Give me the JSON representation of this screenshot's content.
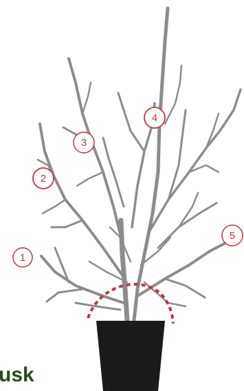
{
  "diagram": {
    "caption_fragment": "usk",
    "markers": [
      {
        "id": "marker-1",
        "label": "1"
      },
      {
        "id": "marker-2",
        "label": "2"
      },
      {
        "id": "marker-3",
        "label": "3"
      },
      {
        "id": "marker-4",
        "label": "4"
      },
      {
        "id": "marker-5",
        "label": "5"
      }
    ],
    "colors": {
      "branch": "#8c8c8c",
      "marker": "#c7313f",
      "crown_line": "#c7313f",
      "pot": "#1a1a1a",
      "caption": "#2b4a1e"
    }
  }
}
